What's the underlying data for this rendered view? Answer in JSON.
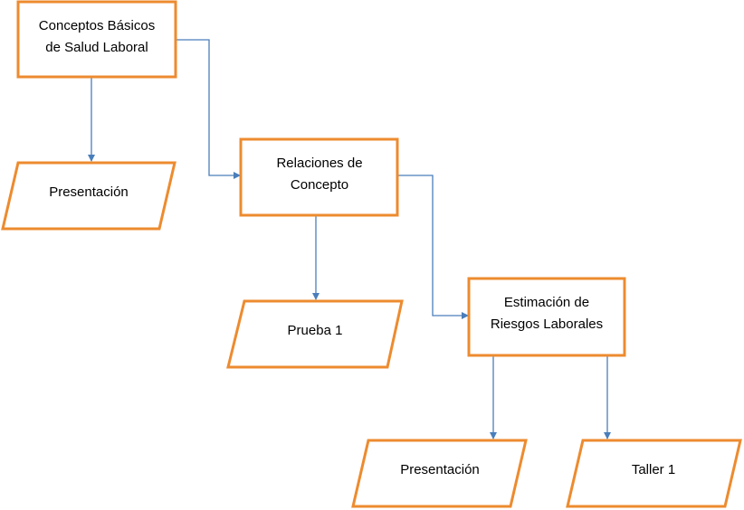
{
  "colors": {
    "node_border": "#ED8B2F",
    "connector": "#4A7EBB",
    "background": "#FFFFFF",
    "text": "#000000"
  },
  "nodes": {
    "conceptos_basicos": {
      "shape": "rectangle",
      "lines": [
        "Conceptos Básicos",
        "de Salud Laboral"
      ]
    },
    "relaciones_concepto": {
      "shape": "rectangle",
      "lines": [
        "Relaciones de",
        "Concepto"
      ]
    },
    "estimacion_riesgos": {
      "shape": "rectangle",
      "lines": [
        "Estimación de",
        "Riesgos Laborales"
      ]
    },
    "presentacion_1": {
      "shape": "parallelogram",
      "lines": [
        "Presentación"
      ]
    },
    "prueba_1": {
      "shape": "parallelogram",
      "lines": [
        "Prueba 1"
      ]
    },
    "presentacion_2": {
      "shape": "parallelogram",
      "lines": [
        "Presentación"
      ]
    },
    "taller_1": {
      "shape": "parallelogram",
      "lines": [
        "Taller 1"
      ]
    }
  },
  "edges": [
    {
      "from": "conceptos_basicos",
      "to": "presentacion_1"
    },
    {
      "from": "conceptos_basicos",
      "to": "relaciones_concepto"
    },
    {
      "from": "relaciones_concepto",
      "to": "prueba_1"
    },
    {
      "from": "relaciones_concepto",
      "to": "estimacion_riesgos"
    },
    {
      "from": "estimacion_riesgos",
      "to": "presentacion_2"
    },
    {
      "from": "estimacion_riesgos",
      "to": "taller_1"
    }
  ]
}
